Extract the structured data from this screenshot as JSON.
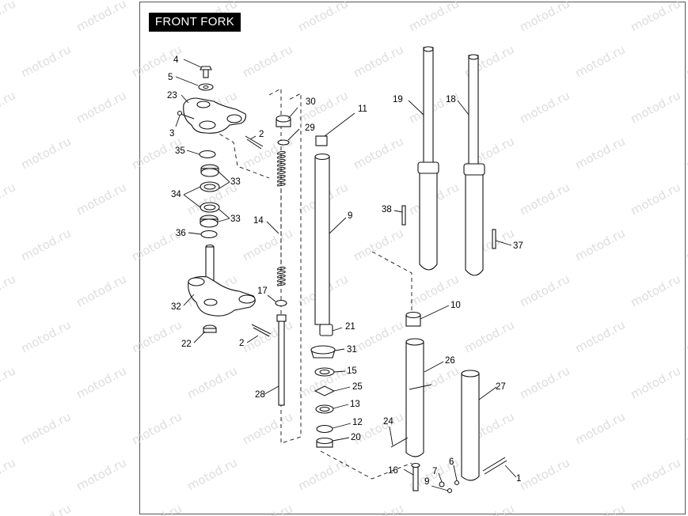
{
  "title": "FRONT FORK",
  "watermark": "motod.ru",
  "callouts": [
    "1",
    "2",
    "2",
    "3",
    "4",
    "5",
    "6",
    "7",
    "9",
    "9",
    "10",
    "11",
    "12",
    "13",
    "14",
    "15",
    "16",
    "17",
    "18",
    "19",
    "20",
    "21",
    "22",
    "23",
    "24",
    "25",
    "26",
    "27",
    "28",
    "29",
    "30",
    "31",
    "32",
    "33",
    "33",
    "34",
    "35",
    "36",
    "37",
    "38"
  ]
}
